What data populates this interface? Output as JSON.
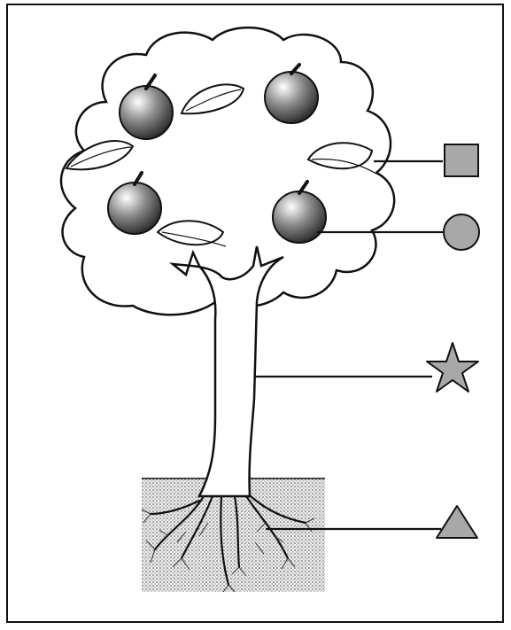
{
  "diagram": {
    "parts": [
      {
        "id": "leaf",
        "marker": "square",
        "points_to": "leaf-right"
      },
      {
        "id": "fruit",
        "marker": "circle",
        "points_to": "apple-bottom-right"
      },
      {
        "id": "trunk",
        "marker": "star",
        "points_to": "trunk"
      },
      {
        "id": "roots",
        "marker": "triangle",
        "points_to": "roots"
      }
    ],
    "colors": {
      "marker_fill": "#a8a8a8",
      "line": "#111111",
      "soil": "#d4d4d4",
      "background": "#ffffff"
    }
  }
}
